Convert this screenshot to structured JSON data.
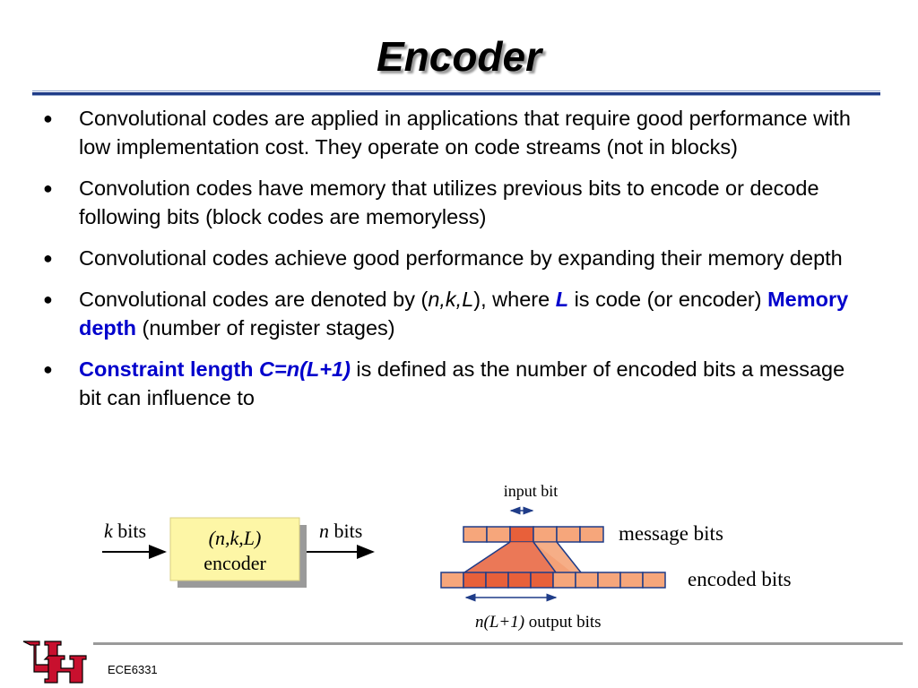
{
  "slide": {
    "title": "Encoder",
    "footer": "ECE6331"
  },
  "bullets": {
    "b1": "Convolutional codes are applied in applications that require good performance with low implementation cost. They operate on code streams (not in blocks)",
    "b2": "Convolution codes have memory that utilizes previous bits to encode or decode following bits (block codes are memoryless)",
    "b3": "Convolutional codes achieve good performance by expanding their memory depth",
    "b4": {
      "p1": "Convolutional codes are denoted by (",
      "p2": "n,k,L",
      "p3": "), where ",
      "p4": "L",
      "p5": " is code (or encoder) ",
      "p6": "Memory depth",
      "p7": " (number of register stages)"
    },
    "b5": {
      "p1": "Constraint length ",
      "p2": "C=n(L+1)",
      "p3": " is defined as the number of encoded bits a message bit can influence to"
    }
  },
  "diagram": {
    "input_label_k": "k",
    "input_label_bits": " bits",
    "box_line1": "(n,k,L)",
    "box_line2": "encoder",
    "output_label_n": "n",
    "output_label_bits": " bits",
    "input_bit": "input bit",
    "message_bits": "message bits",
    "encoded_bits": "encoded bits",
    "output_bits_formula": "n(L+1)",
    "output_bits_text": " output bits"
  },
  "colors": {
    "accent_blue": "#0000cc",
    "cell_fill": "#f6a67b",
    "highlight_fill": "#e8603a",
    "box_fill": "#fdf6a6",
    "logo_red": "#c8102e"
  }
}
